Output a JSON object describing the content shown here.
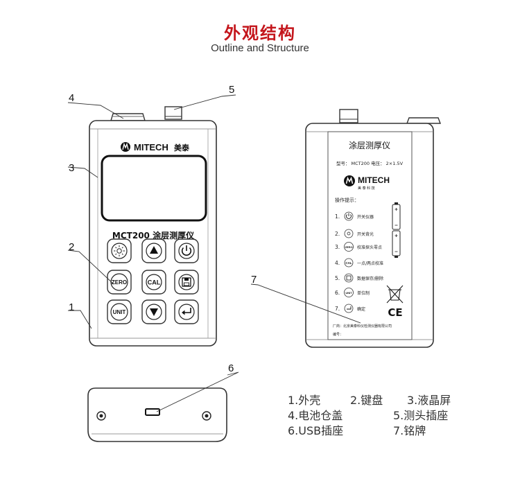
{
  "title": {
    "cn": "外观结构",
    "en": "Outline and Structure"
  },
  "callouts": [
    "1",
    "2",
    "3",
    "4",
    "5",
    "6",
    "7"
  ],
  "front": {
    "brand": "MITECH",
    "brand_cn": "美泰",
    "model_label": "MCT200 涂层测厚仪",
    "keys": [
      "ZERO",
      "CAL",
      "UNIT"
    ]
  },
  "back": {
    "product_name": "涂层测厚仪",
    "model_line": "型号： MCT200  电压： 2×1.5V",
    "brand": "MITECH",
    "brand_cn": "美 泰 科 技",
    "ops_title": "操作提示：",
    "ops": [
      {
        "num": "1.",
        "key": "",
        "text": "开关仪器"
      },
      {
        "num": "2.",
        "key": "",
        "text": "开关背光"
      },
      {
        "num": "3.",
        "key": "ZERO",
        "text": "校准探头零点"
      },
      {
        "num": "4.",
        "key": "CAL",
        "text": "一点/两点校准"
      },
      {
        "num": "5.",
        "key": "",
        "text": "数据保存/删除"
      },
      {
        "num": "6.",
        "key": "UNIT",
        "text": "单位制"
      },
      {
        "num": "7.",
        "key": "",
        "text": "确定"
      }
    ],
    "ce": "CE",
    "manufacturer": "厂商：北京美泰科仪检测仪器有限公司",
    "serial": "编号："
  },
  "legend": [
    [
      "1.外壳",
      "2.键盘",
      "3.液晶屏"
    ],
    [
      "4.电池仓盖",
      "5.测头插座"
    ],
    [
      "6.USB插座",
      "7.铭牌"
    ]
  ]
}
